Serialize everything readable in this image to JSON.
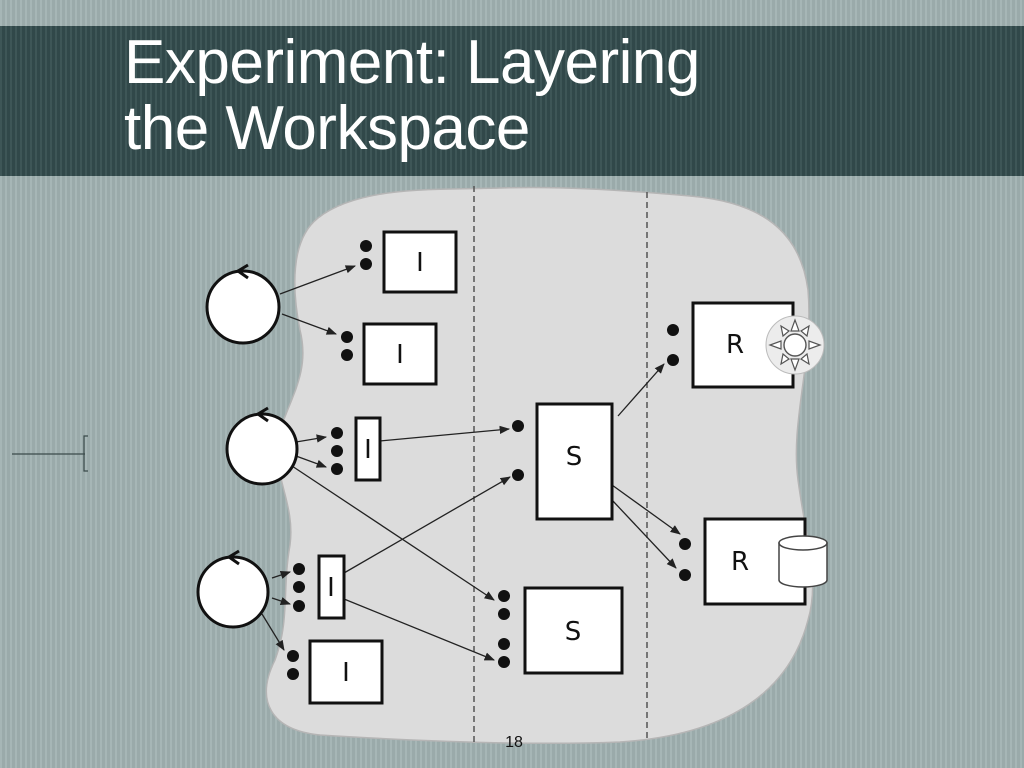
{
  "slide": {
    "title_line1": "Experiment: Layering",
    "title_line2": "the Workspace",
    "page_number": "18"
  },
  "diagram": {
    "interface_label": "I",
    "service_label": "S",
    "resource_label": "R",
    "resource_icons": [
      "sun-icon",
      "database-icon"
    ]
  },
  "colors": {
    "background": "#9fb0b0",
    "title_band": "#344d4e",
    "workspace": "#dcdcdc"
  }
}
